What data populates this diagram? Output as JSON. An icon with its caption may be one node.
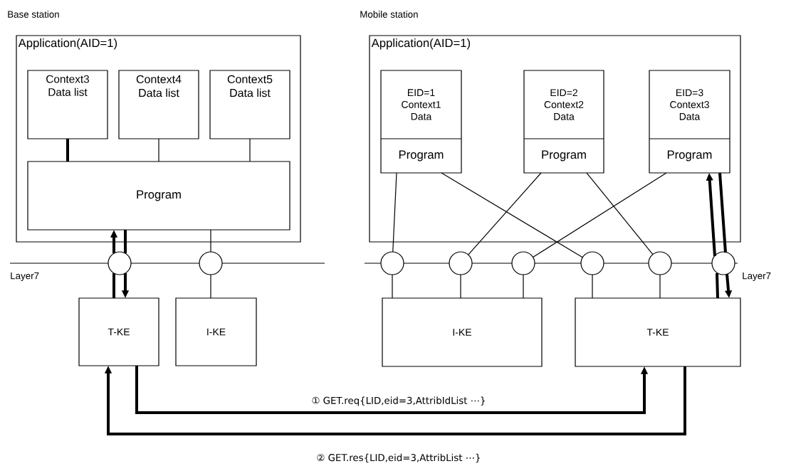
{
  "diagram": {
    "nodes": [
      {
        "text": [
          "Application(AID=1)"
        ]
      },
      {
        "text": [
          "Context3 Data list"
        ],
        "in": 0
      },
      {
        "text": [
          "Context4 Data list"
        ],
        "in": 0
      },
      {
        "text": [
          "Context5 Data list"
        ],
        "in": 0
      },
      {
        "text": [
          "Program"
        ],
        "in": 0
      },
      {
        "text": [
          "Application(AID=1)"
        ]
      },
      {
        "text": [
          "EID=1 Context1 Data",
          "Program"
        ],
        "in": 5
      },
      {
        "text": [
          "EID=2 Context2 Data",
          "Program"
        ],
        "in": 5
      },
      {
        "text": [
          "EID=3 Context3 Data",
          "Program"
        ],
        "in": 5
      },
      {
        "text": [],
        "shape": "circle"
      },
      {
        "text": [],
        "shape": "circle"
      },
      {
        "text": [],
        "shape": "circle"
      },
      {
        "text": [],
        "shape": "circle"
      },
      {
        "text": [],
        "shape": "circle"
      },
      {
        "text": [],
        "shape": "circle"
      },
      {
        "text": [],
        "shape": "circle"
      },
      {
        "text": [],
        "shape": "circle"
      },
      {
        "text": [
          "T-KE"
        ]
      },
      {
        "text": [
          "I-KE"
        ]
      },
      {
        "text": [
          "I-KE"
        ]
      },
      {
        "text": [
          "T-KE"
        ]
      }
    ],
    "edges": [
      {
        "from": 1,
        "to": 4,
        "arrow": "none",
        "style": "thick"
      },
      {
        "from": 2,
        "to": 4,
        "arrow": "none"
      },
      {
        "from": 3,
        "to": 4,
        "arrow": "none"
      },
      {
        "from": 17,
        "to": 9,
        "arrow": "none",
        "style": "thick"
      },
      {
        "from": 4,
        "to": 9,
        "arrow": "none",
        "style": "thick"
      },
      {
        "from": 4,
        "to": 10,
        "arrow": "none"
      },
      {
        "from": 10,
        "to": 18,
        "arrow": "none"
      },
      {
        "from": 6,
        "to": 11,
        "arrow": "none"
      },
      {
        "from": 6,
        "to": 14,
        "arrow": "none"
      },
      {
        "from": 7,
        "to": 12,
        "arrow": "none"
      },
      {
        "from": 7,
        "to": 15,
        "arrow": "none"
      },
      {
        "from": 8,
        "to": 13,
        "arrow": "none"
      },
      {
        "from": 20,
        "to": 16,
        "arrow": "none",
        "style": "thick"
      },
      {
        "from": 8,
        "to": 16,
        "arrow": "none",
        "style": "thick"
      },
      {
        "from": 11,
        "to": 19,
        "arrow": "none"
      },
      {
        "from": 12,
        "to": 19,
        "arrow": "none"
      },
      {
        "from": 13,
        "to": 19,
        "arrow": "none"
      },
      {
        "from": 14,
        "to": 20,
        "arrow": "none"
      },
      {
        "from": 15,
        "to": 20,
        "arrow": "none"
      },
      {
        "from": 17,
        "to": 20,
        "arrow": "to",
        "style": "thick",
        "label": "① GET.req{LID,eid=3,AttribIdList ⋯}"
      },
      {
        "from": 20,
        "to": 17,
        "arrow": "to",
        "style": "thick",
        "label": "② GET.res{LID,eid=3,AttribList ⋯}"
      },
      {
        "from": 9,
        "to": 4,
        "arrow": "to",
        "style": "thick"
      },
      {
        "from": 9,
        "to": 17,
        "arrow": "to",
        "style": "thick"
      },
      {
        "from": 16,
        "to": 8,
        "arrow": "to",
        "style": "thick"
      },
      {
        "from": 16,
        "to": 20,
        "arrow": "to",
        "style": "thick"
      }
    ],
    "labels": [
      "Base station",
      "Mobile station",
      "Layer7",
      "Layer7"
    ]
  }
}
